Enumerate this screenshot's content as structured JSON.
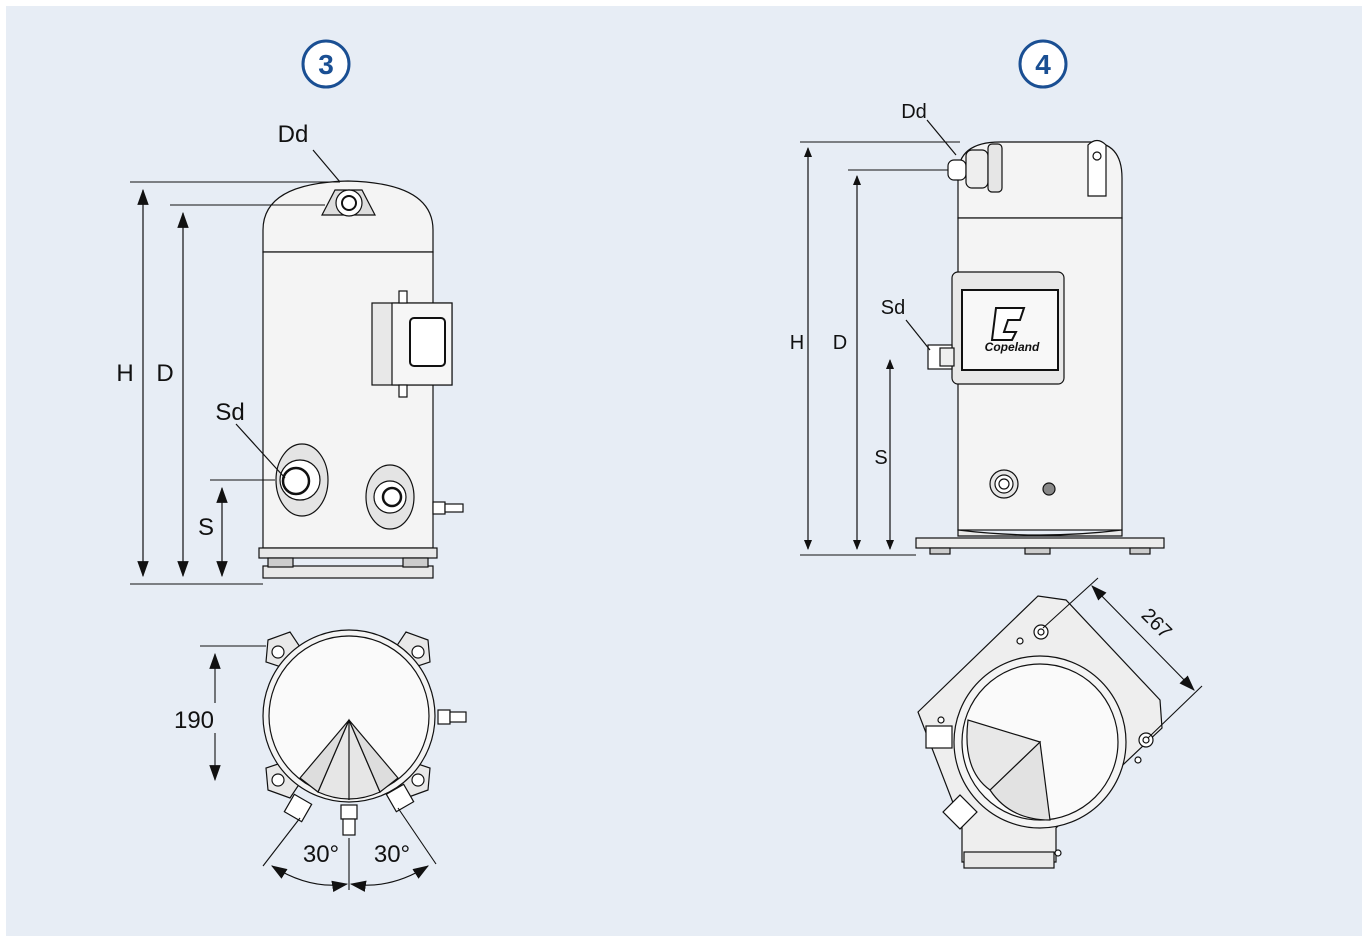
{
  "figure_3": {
    "badge": "3",
    "labels": {
      "dd": "Dd",
      "sd": "Sd",
      "h": "H",
      "d": "D",
      "s": "S"
    },
    "top_view": {
      "dim_190": "190",
      "angle_left": "30°",
      "angle_right": "30°"
    }
  },
  "figure_4": {
    "badge": "4",
    "labels": {
      "dd": "Dd",
      "sd": "Sd",
      "h": "H",
      "d": "D",
      "s": "S",
      "brand": "Copeland"
    },
    "top_view": {
      "dim_267": "267"
    }
  },
  "colors": {
    "background": "#e7edf5",
    "badge": "#1a4f93",
    "line": "#111111",
    "body": "#f4f4f4"
  }
}
